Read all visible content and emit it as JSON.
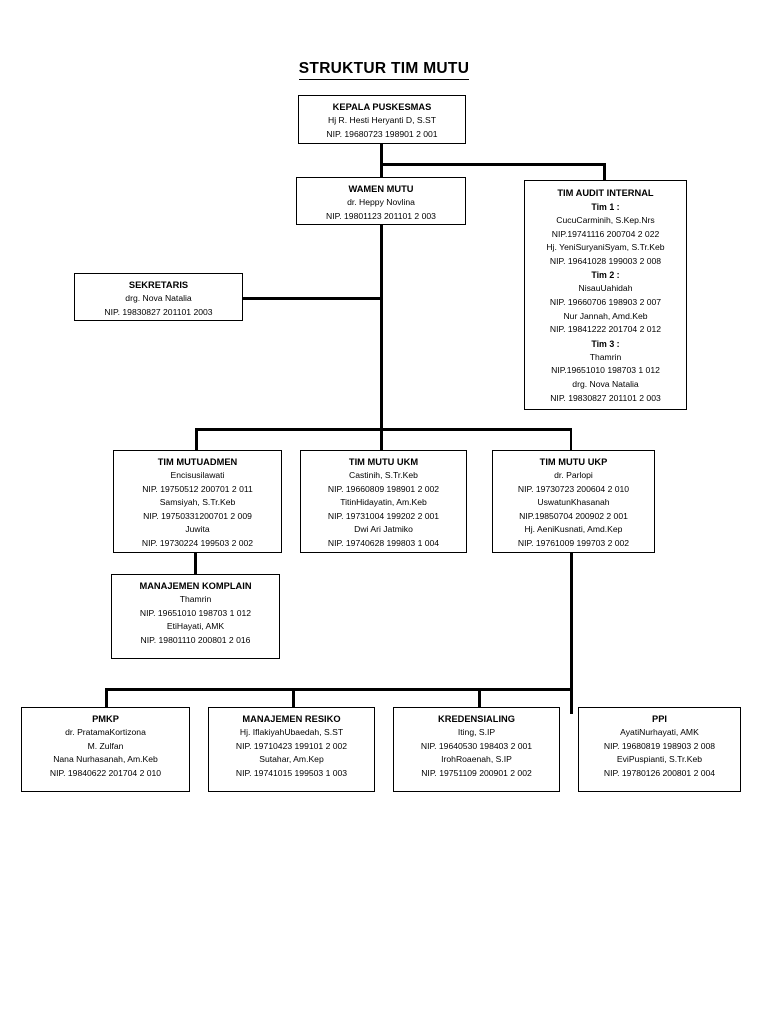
{
  "title": "STRUKTUR TIM MUTU",
  "nodes": {
    "kepala": {
      "title": "KEPALA PUSKESMAS",
      "lines": [
        "Hj R. Hesti Heryanti D, S.ST",
        "NIP. 19680723 198901 2 001"
      ]
    },
    "wamen": {
      "title": "WAMEN MUTU",
      "lines": [
        "dr. Heppy Novlina",
        "NIP. 19801123 201101 2 003"
      ]
    },
    "audit": {
      "title": "TIM AUDIT INTERNAL",
      "groups": [
        {
          "label": "Tim 1 :",
          "lines": [
            "CucuCarminih, S.Kep.Nrs",
            "NIP.19741116 200704 2 022",
            "Hj. YeniSuryaniSyam, S.Tr.Keb",
            "NIP. 19641028 199003 2 008"
          ]
        },
        {
          "label": "Tim 2 :",
          "lines": [
            "NisauUahidah",
            "NIP. 19660706 198903 2 007",
            "Nur Jannah, Amd.Keb",
            "NIP. 19841222 201704 2 012"
          ]
        },
        {
          "label": "Tim 3 :",
          "lines": [
            "Thamrin",
            "NIP.19651010 198703 1 012",
            "drg. Nova Natalia",
            "NIP. 19830827 201101 2 003"
          ]
        }
      ]
    },
    "sekretaris": {
      "title": "SEKRETARIS",
      "lines": [
        "drg. Nova Natalia",
        "NIP. 19830827 201101 2003"
      ]
    },
    "tim_mutu_admen": {
      "title": "TIM MUTUADMEN",
      "lines": [
        "Encisusilawati",
        "NIP. 19750512 200701 2 011",
        "Samsiyah, S.Tr.Keb",
        "NIP. 19750331200701 2 009",
        "Juwita",
        "NIP. 19730224 199503 2 002"
      ]
    },
    "tim_mutu_ukm": {
      "title": "TIM MUTU UKM",
      "lines": [
        "Castinih, S.Tr.Keb",
        "NIP. 19660809 198901 2 002",
        "TitinHidayatin, Am.Keb",
        "NIP. 19731004 199202  2 001",
        "Dwi Ari Jatmiko",
        "NIP. 19740628 199803 1 004"
      ]
    },
    "tim_mutu_ukp": {
      "title": "TIM MUTU UKP",
      "lines": [
        "dr. Parlopi",
        "NIP. 19730723 200604 2 010",
        "UswatunKhasanah",
        "NIP.19850704 200902 2 001",
        "Hj. AeniKusnati, Amd.Kep",
        "NIP. 19761009 199703 2 002"
      ]
    },
    "manajemen_komplain": {
      "title": "MANAJEMEN KOMPLAIN",
      "lines": [
        "Thamrin",
        "NIP. 19651010 198703 1 012",
        "EtiHayati, AMK",
        "NIP. 19801110 200801 2 016"
      ]
    },
    "pmkp": {
      "title": "PMKP",
      "lines": [
        "dr. PratamaKortizona",
        "M. Zulfan",
        "Nana Nurhasanah, Am.Keb",
        "NIP. 19840622 201704 2 010"
      ]
    },
    "manajemen_resiko": {
      "title": "MANAJEMEN RESIKO",
      "lines": [
        "Hj. IflakiyahUbaedah, S.ST",
        "NIP. 19710423 199101 2 002",
        "Sutahar, Am.Kep",
        "NIP. 19741015 199503 1 003"
      ]
    },
    "kredensialing": {
      "title": "KREDENSIALING",
      "lines": [
        "Iting, S.IP",
        "NIP. 19640530 198403 2 001",
        "IrohRoaenah, S.IP",
        "NIP. 19751109 200901 2 002"
      ]
    },
    "ppi": {
      "title": "PPI",
      "lines": [
        "AyatiNurhayati, AMK",
        "NIP. 19680819 198903 2 008",
        "EviPuspianti, S.Tr.Keb",
        "NIP. 19780126 200801 2 004"
      ]
    }
  },
  "colors": {
    "line": "#000000",
    "box_border": "#000000",
    "background": "#ffffff",
    "text": "#000000"
  }
}
